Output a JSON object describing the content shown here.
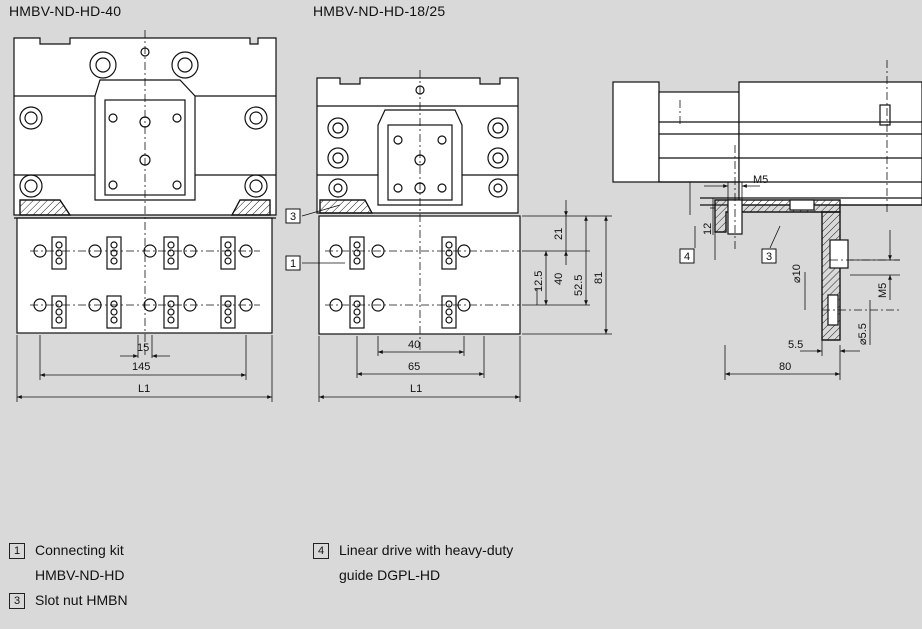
{
  "titles": {
    "left": "HMBV-ND-HD-40",
    "middle": "HMBV-ND-HD-18/25"
  },
  "dimensions": {
    "left_15": "15",
    "left_145": "145",
    "left_L1": "L1",
    "mid_40": "40",
    "mid_65": "65",
    "mid_L1": "L1",
    "mid_21": "21",
    "mid_12_5": "12.5",
    "mid_40v": "40",
    "mid_52_5": "52.5",
    "mid_81": "81",
    "right_M5": "M5",
    "right_12": "12",
    "right_phi10": "⌀10",
    "right_M5b": "M5",
    "right_phi5_5": "⌀5.5",
    "right_5_5": "5.5",
    "right_80": "80"
  },
  "callouts": {
    "c1": "1",
    "c3_mid": "3",
    "c3_right": "3",
    "c4": "4"
  },
  "legend": {
    "item1_num": "1",
    "item1_line1": "Connecting kit",
    "item1_line2": "HMBV-ND-HD",
    "item3_num": "3",
    "item3_line1": "Slot nut HMBN",
    "item4_num": "4",
    "item4_line1": "Linear drive with heavy-duty",
    "item4_line2": "guide DGPL-HD"
  }
}
